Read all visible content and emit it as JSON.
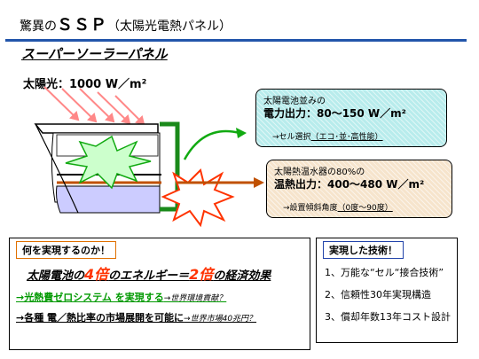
{
  "title": {
    "prefix": "驚異の",
    "main": "ＳＳＰ",
    "suffix": "（太陽光電熱パネル）"
  },
  "subtitle": "スーパーソーラーパネル",
  "irradiance": "太陽光：1000 W／m²",
  "pv_box": {
    "line1": "太陽電池並みの",
    "line2": "電力出力：80～150 W／m²",
    "line3": "→セル選択",
    "line3_note": "（エコ･並･高性能）"
  },
  "thermal_box": {
    "line1": "太陽熱温水器の80%の",
    "line2": "温熱出力：400～480 W／m²",
    "line3": "→設置傾斜角度",
    "line3_note": "（0度～90度）"
  },
  "left_panel": {
    "heading": "何を実現するのか！",
    "effect_a": "太陽電池の",
    "effect_mult1": "4倍",
    "effect_b": "のエネルギー＝",
    "effect_mult2": "2倍",
    "effect_c": "の経済効果",
    "item1": "→光熱費ゼロシステム を実現する",
    "item1_note": "→世界環境貢献？",
    "item2": "→各種 電／熱比率の市場展開を可能に",
    "item2_note": "→世界市場40兆円？"
  },
  "right_panel": {
    "heading": "実現した技術！",
    "items": [
      "1、万能な“セル“接合技術”",
      "2、信頼性30年実現構造",
      "3、償却年数13年コスト設計"
    ]
  },
  "colors": {
    "accent_blue": "#2255aa",
    "green": "#009900",
    "red": "#ff3300",
    "orange": "#e07000",
    "pv_bg": "#b8ecec",
    "thermal_bg": "#f6e4cc"
  }
}
